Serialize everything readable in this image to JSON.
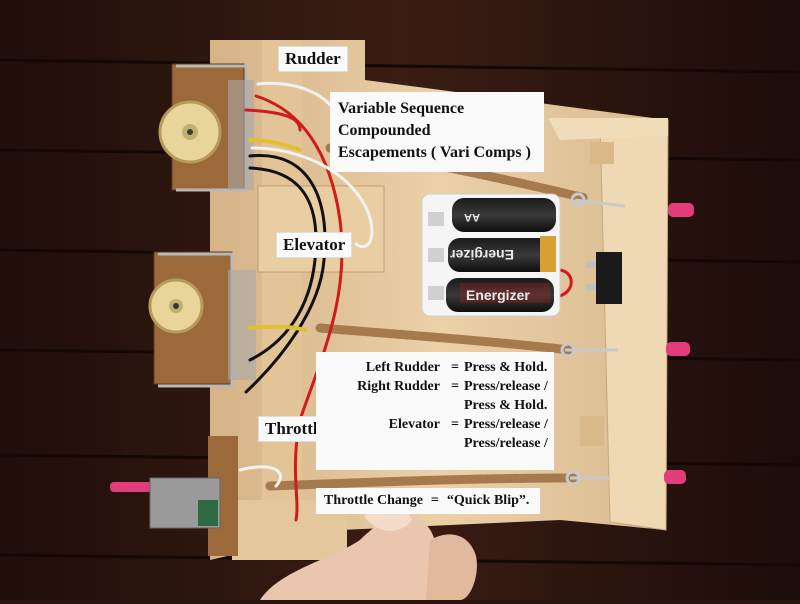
{
  "labels": {
    "rudder": "Rudder",
    "elevator": "Elevator",
    "throttle": "Throttle"
  },
  "title_card": {
    "line1": "Variable Sequence Compounded",
    "line2": "Escapements    ( Vari Comps )"
  },
  "instructions": [
    {
      "key": "Left Rudder",
      "eq": "=",
      "value": "Press & Hold."
    },
    {
      "key": "Right Rudder",
      "eq": "=",
      "value": "Press/release /"
    },
    {
      "key": "",
      "eq": "",
      "value": "Press & Hold."
    },
    {
      "key": "Elevator",
      "eq": "=",
      "value": "Press/release /"
    },
    {
      "key": "",
      "eq": "",
      "value": "Press/release /"
    }
  ],
  "throttle_change": {
    "key": "Throttle Change",
    "eq": "=",
    "value": "“Quick Blip”."
  },
  "batteries": {
    "brand": "Energizer",
    "size": "AA"
  },
  "colors": {
    "wood_floor": "#3a1d14",
    "balsa": "#e6c9a1",
    "label_bg": "#fafafa",
    "wire_red": "#d11a1a",
    "wire_black": "#111111",
    "wire_white": "#f2f2f2",
    "gear_cream": "#e8d59a",
    "rubber_band": "#a57a4c",
    "pink_peg": "#e23d7a"
  }
}
